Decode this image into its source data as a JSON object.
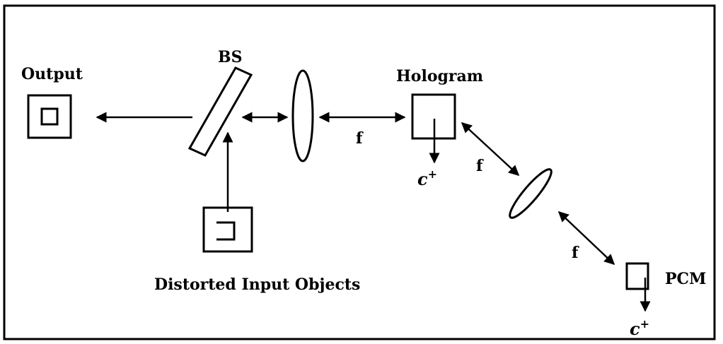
{
  "labels": {
    "output": "Output",
    "bs": "BS",
    "hologram": "Hologram",
    "pcm": "PCM",
    "input_objects": "Distorted Input Objects",
    "f1": "f",
    "f2": "f",
    "f3": "f",
    "c_plus_1": "c",
    "c_plus_2": "c",
    "superscript": "+"
  },
  "colors": {
    "line": "#000000",
    "background": "#ffffff"
  }
}
